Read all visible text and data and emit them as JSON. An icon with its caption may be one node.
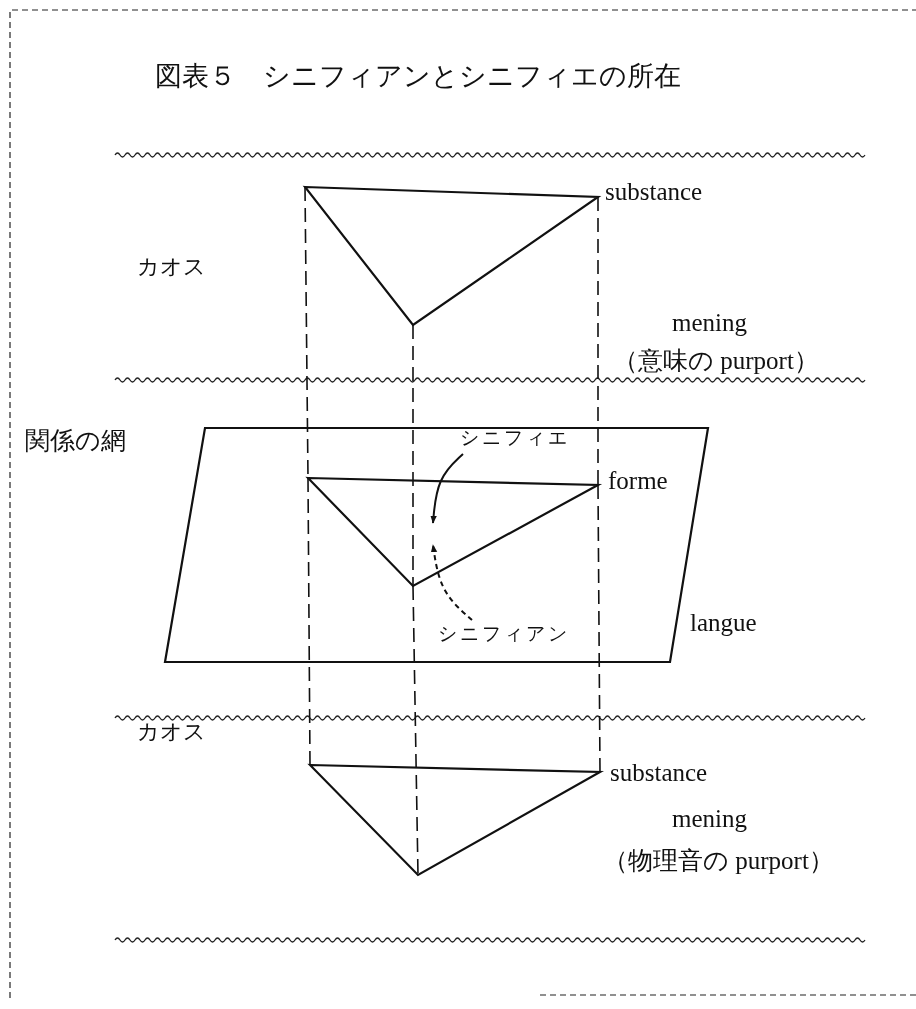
{
  "diagram": {
    "title": "図表５　シニフィアンとシニフィエの所在",
    "nodes": [
      {
        "text": [
          "関係の網",
          "langue"
        ]
      },
      {
        "text": [],
        "shape": "triangle",
        "beside": [
          "substance"
        ]
      },
      {
        "text": [],
        "shape": "triangle",
        "in": 0,
        "beside": [
          "forme"
        ]
      },
      {
        "text": [],
        "shape": "triangle",
        "beside": [
          "substance"
        ]
      },
      {
        "text": [
          "シニフィエ"
        ],
        "in": 0
      },
      {
        "text": [
          "シニフィアン"
        ],
        "in": 0
      }
    ],
    "edges": [
      {
        "from": 1,
        "to": 2,
        "arrow": "none",
        "style": "dashed"
      },
      {
        "from": 1,
        "to": 2,
        "arrow": "none",
        "style": "dashed"
      },
      {
        "from": 1,
        "to": 2,
        "arrow": "none",
        "style": "dashed"
      },
      {
        "from": 2,
        "to": 3,
        "arrow": "none",
        "style": "dashed"
      },
      {
        "from": 2,
        "to": 3,
        "arrow": "none",
        "style": "dashed"
      },
      {
        "from": 2,
        "to": 3,
        "arrow": "none",
        "style": "dashed"
      },
      {
        "from": 4,
        "to": 2,
        "arrow": "to"
      },
      {
        "from": 5,
        "to": 2,
        "arrow": "to",
        "style": "dashed"
      }
    ],
    "labels": [
      "カオス",
      "mening",
      "（意味の purport）",
      "カオス",
      "mening",
      "（物理音の purport）"
    ]
  }
}
